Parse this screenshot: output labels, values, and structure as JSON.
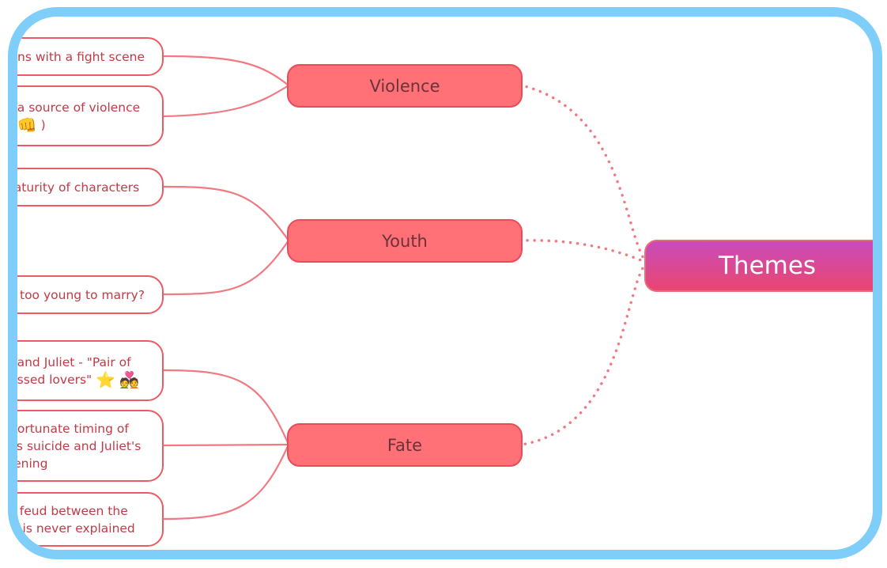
{
  "root": {
    "label": "Themes"
  },
  "branches": [
    {
      "label": "Violence",
      "leaves": [
        {
          "text": "Play begins with a fight scene"
        },
        {
          "line1": "Love is a source of violence",
          "line2_prefix": "( ",
          "heart": "❤️",
          "equals": " = ",
          "fist": "👊",
          "line2_suffix": " )"
        }
      ]
    },
    {
      "label": "Youth",
      "leaves": [
        {
          "text": "Immaturity of characters"
        },
        {
          "text": "Is Juliet too young to marry?"
        }
      ]
    },
    {
      "label": "Fate",
      "leaves": [
        {
          "line1": "Romeo and Juliet - \"Pair of",
          "line2": "star-crossed lovers\"",
          "star": "⭐",
          "couple": "💑"
        },
        {
          "line1": "The unfortunate timing of",
          "line2": "Romeo's suicide and Juliet's",
          "line3": "awakening"
        },
        {
          "line1": "The feud between the",
          "line2": "families is never explained"
        }
      ]
    }
  ],
  "colors": {
    "frame": "#7fcdf9",
    "branch_fill": "#ff7077",
    "branch_border": "#e84c58",
    "leaf_border": "#ec5a63",
    "leaf_text": "#c23a46",
    "link": "#f07a82",
    "root_gradient_top": "#c94bbb",
    "root_gradient_bottom": "#e94670"
  }
}
